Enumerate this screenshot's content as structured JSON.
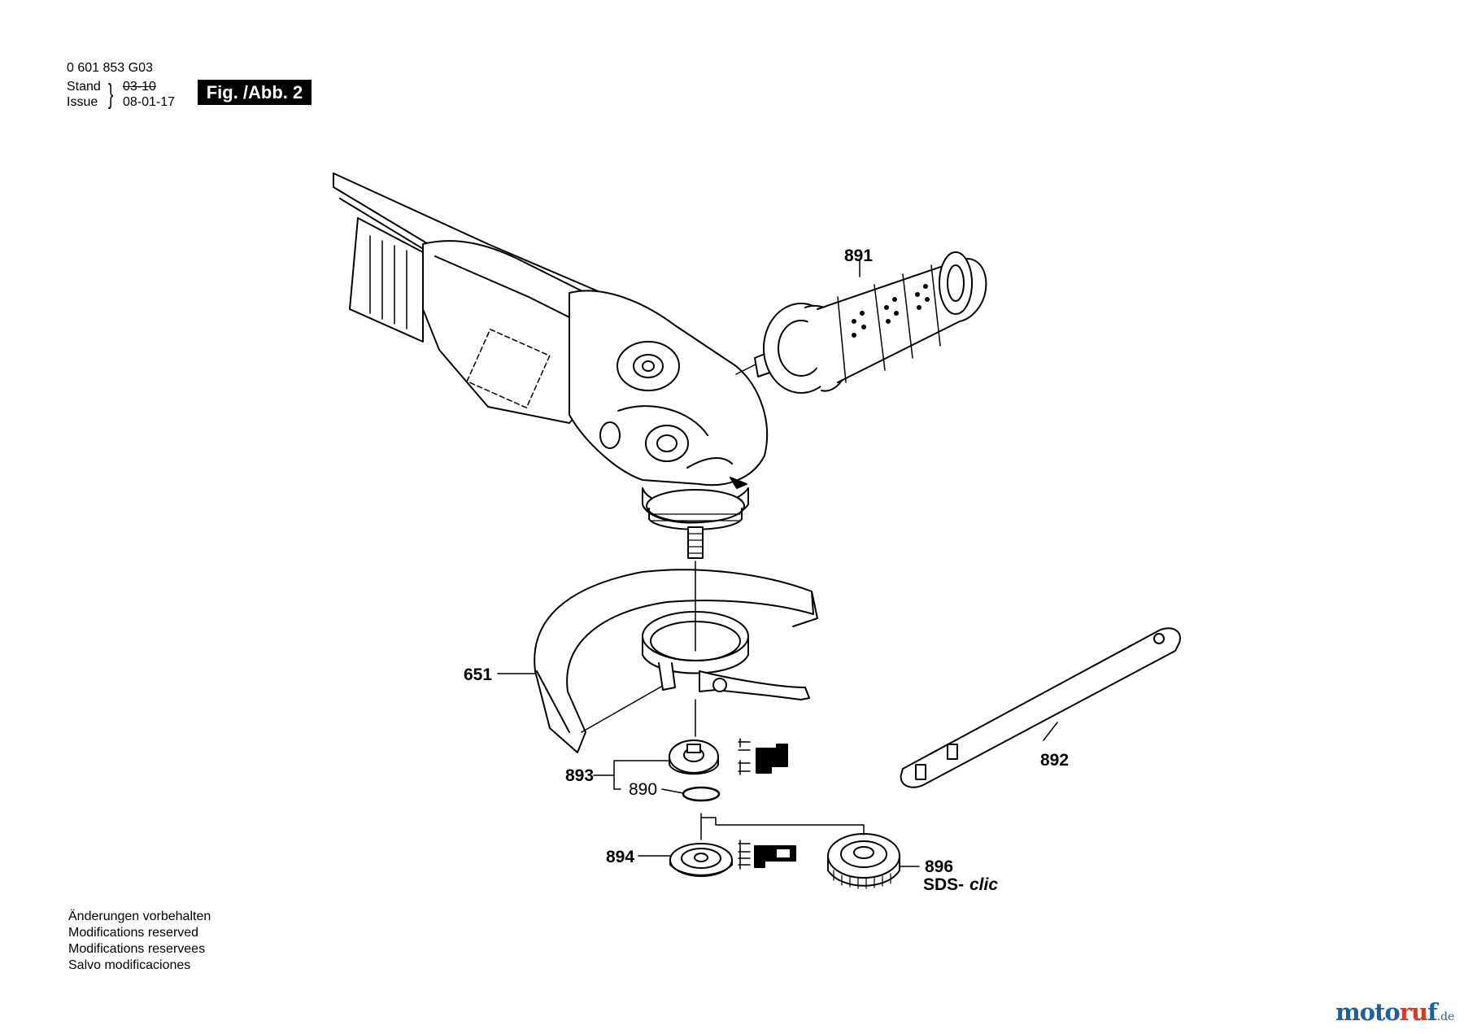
{
  "header": {
    "doc_number": "0 601 853 G03",
    "stand_label": "Stand",
    "issue_label": "Issue",
    "brace": "}",
    "stand_value": "03-10",
    "issue_value": "08-01-17",
    "figure_badge": "Fig. /Abb. 2"
  },
  "labels": {
    "p891": "891",
    "p651": "651",
    "p892": "892",
    "p893": "893",
    "p890": "890",
    "p894": "894",
    "p896": "896",
    "sds_prefix": "SDS-",
    "sds_suffix": "clic"
  },
  "notes": [
    "Änderungen vorbehalten",
    "Modifications reserved",
    "Modifications reservees",
    "Salvo modificaciones"
  ],
  "watermark": {
    "part1": "moto",
    "part2": "ru",
    "part3": "f",
    "tld": ".de"
  },
  "colors": {
    "line": "#000000",
    "background": "#ffffff",
    "badge": "#000000",
    "watermark_blue": "#1f5f9c",
    "watermark_red": "#d23b2a"
  }
}
